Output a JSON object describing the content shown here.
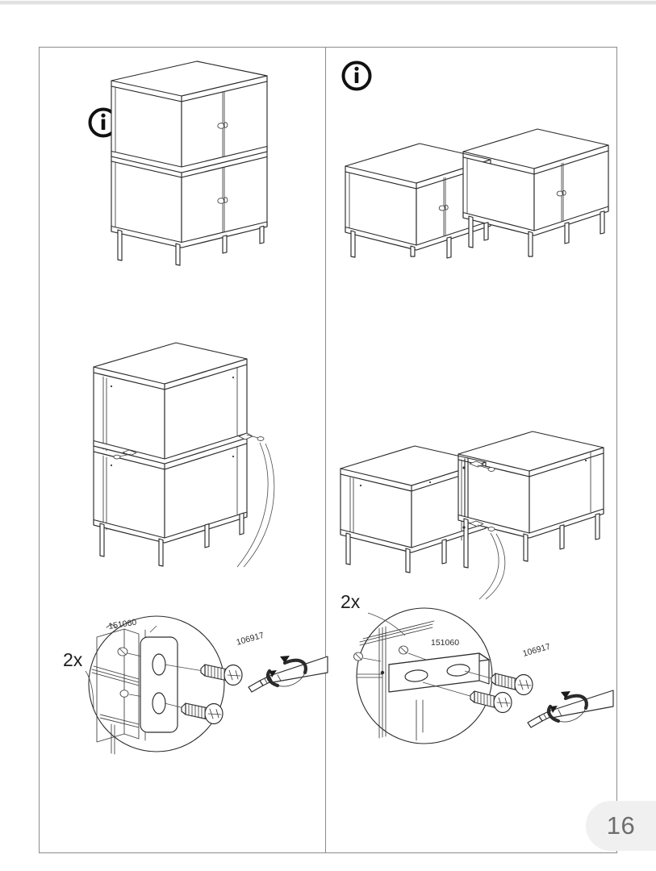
{
  "page": {
    "number": "16",
    "sheet_kind": "assembly-instruction-page",
    "border_color": "#8b8b8b",
    "page_badge_bg": "#f0f0f0",
    "page_badge_text_color": "#6d6d6d"
  },
  "panels": [
    {
      "id": "left",
      "position": "left",
      "info_icon": "info-icon",
      "info_icon_label": "i",
      "configuration": "stacked-vertical",
      "top_figure": {
        "name": "two-cabinets-stacked-front-view",
        "description": "Two cabinets stacked one on top of the other, front three-quarter view, each with two doors and small round knobs, standing on four tall legs.",
        "cabinet_count": 2,
        "doors_per_cabinet": 2,
        "leg_count": 4
      },
      "middle_figure": {
        "name": "two-cabinets-stacked-rear-view",
        "description": "Rear three-quarter view of the stacked cabinets showing the connecting brackets fitted at the join between upper and lower units.",
        "bracket_locations": 2,
        "callout_leader": "curved-leader-to-detail"
      },
      "detail_callout": {
        "name": "bracket-detail-vertical",
        "quantity_label": "2x",
        "parts": [
          {
            "part_number": "151060",
            "name": "connecting-plate",
            "orientation": "vertical"
          },
          {
            "part_number": "106917",
            "name": "screw",
            "count_shown": 2
          }
        ],
        "tool": "screwdriver",
        "tool_motion": "clockwise-rotation-arrow"
      }
    },
    {
      "id": "right",
      "position": "right",
      "info_icon": "info-icon",
      "info_icon_label": "i",
      "configuration": "side-by-side-horizontal",
      "top_figure": {
        "name": "two-cabinets-side-by-side-front-view",
        "description": "Two cabinets placed side by side, front three-quarter view, each with two doors and small round knobs, standing on tall legs.",
        "cabinet_count": 2,
        "doors_per_cabinet": 2,
        "leg_count": 8
      },
      "middle_figure": {
        "name": "two-cabinets-side-by-side-rear-view",
        "description": "Rear three-quarter view of the side-by-side cabinets showing connecting brackets fitted at the vertical join between the two units.",
        "bracket_locations": 2,
        "callout_leader": "curved-leader-to-detail"
      },
      "detail_callout": {
        "name": "bracket-detail-horizontal",
        "quantity_label": "2x",
        "parts": [
          {
            "part_number": "151060",
            "name": "connecting-plate",
            "orientation": "horizontal"
          },
          {
            "part_number": "106917",
            "name": "screw",
            "count_shown": 2
          }
        ],
        "tool": "screwdriver",
        "tool_motion": "clockwise-rotation-arrow"
      }
    }
  ],
  "labels": {
    "qty_left": "2x",
    "qty_right": "2x",
    "plate_left": "151060",
    "screw_left": "106917",
    "plate_right": "151060",
    "screw_right": "106917"
  }
}
